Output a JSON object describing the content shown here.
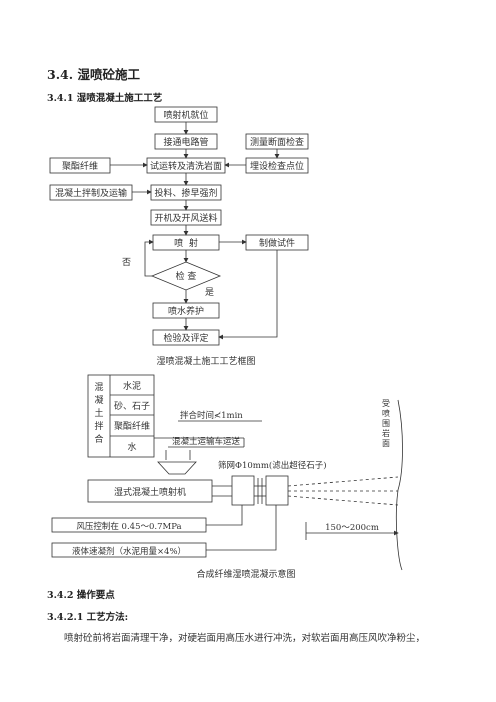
{
  "headings": {
    "section": "3.4. 湿喷砼施工",
    "sub1": "3.4.1 湿喷混凝土施工工艺",
    "sub2": "3.4.2 操作要点",
    "sub3": "3.4.2.1 工艺方法:"
  },
  "paragraph": "喷射砼前将岩面清理干净，对硬岩面用高压水进行冲洗，对软岩面用高压风吹净粉尘，",
  "flowchart": {
    "caption": "湿喷混凝土施工工艺框图",
    "steps": {
      "s1": "喷射机就位",
      "s2": "接通电路管",
      "s3": "试运转及清洗岩面",
      "s4": "投料、掺早强剂",
      "s5": "开机及开风送料",
      "s6": "喷  射",
      "s7": "检 查",
      "s8": "喷水养护",
      "s9": "检验及评定"
    },
    "side": {
      "measure": "测量断面检查",
      "points": "埋设检查点位",
      "fiber": "聚酯纤维",
      "mix": "混凝土拌制及运输",
      "specimen": "制做试件"
    },
    "no_label": "否",
    "yes_label": "是"
  },
  "diagram": {
    "caption": "合成纤维湿喷混凝示意图",
    "mix_title": "混凝土拌合",
    "materials": [
      "水泥",
      "砂、石子",
      "聚酯纤维",
      "水"
    ],
    "time_note": "拌合时间≮1min",
    "transport": "混凝土运输车运送",
    "screen": "筛网Φ10mm(滤出超径石子)",
    "machine": "湿式混凝土喷射机",
    "pressure": "风压控制在 0.45～0.7MPa",
    "additive": "液体速凝剂（水泥用量×4%）",
    "distance": "150～200cm",
    "surface": "受喷围岩面"
  }
}
